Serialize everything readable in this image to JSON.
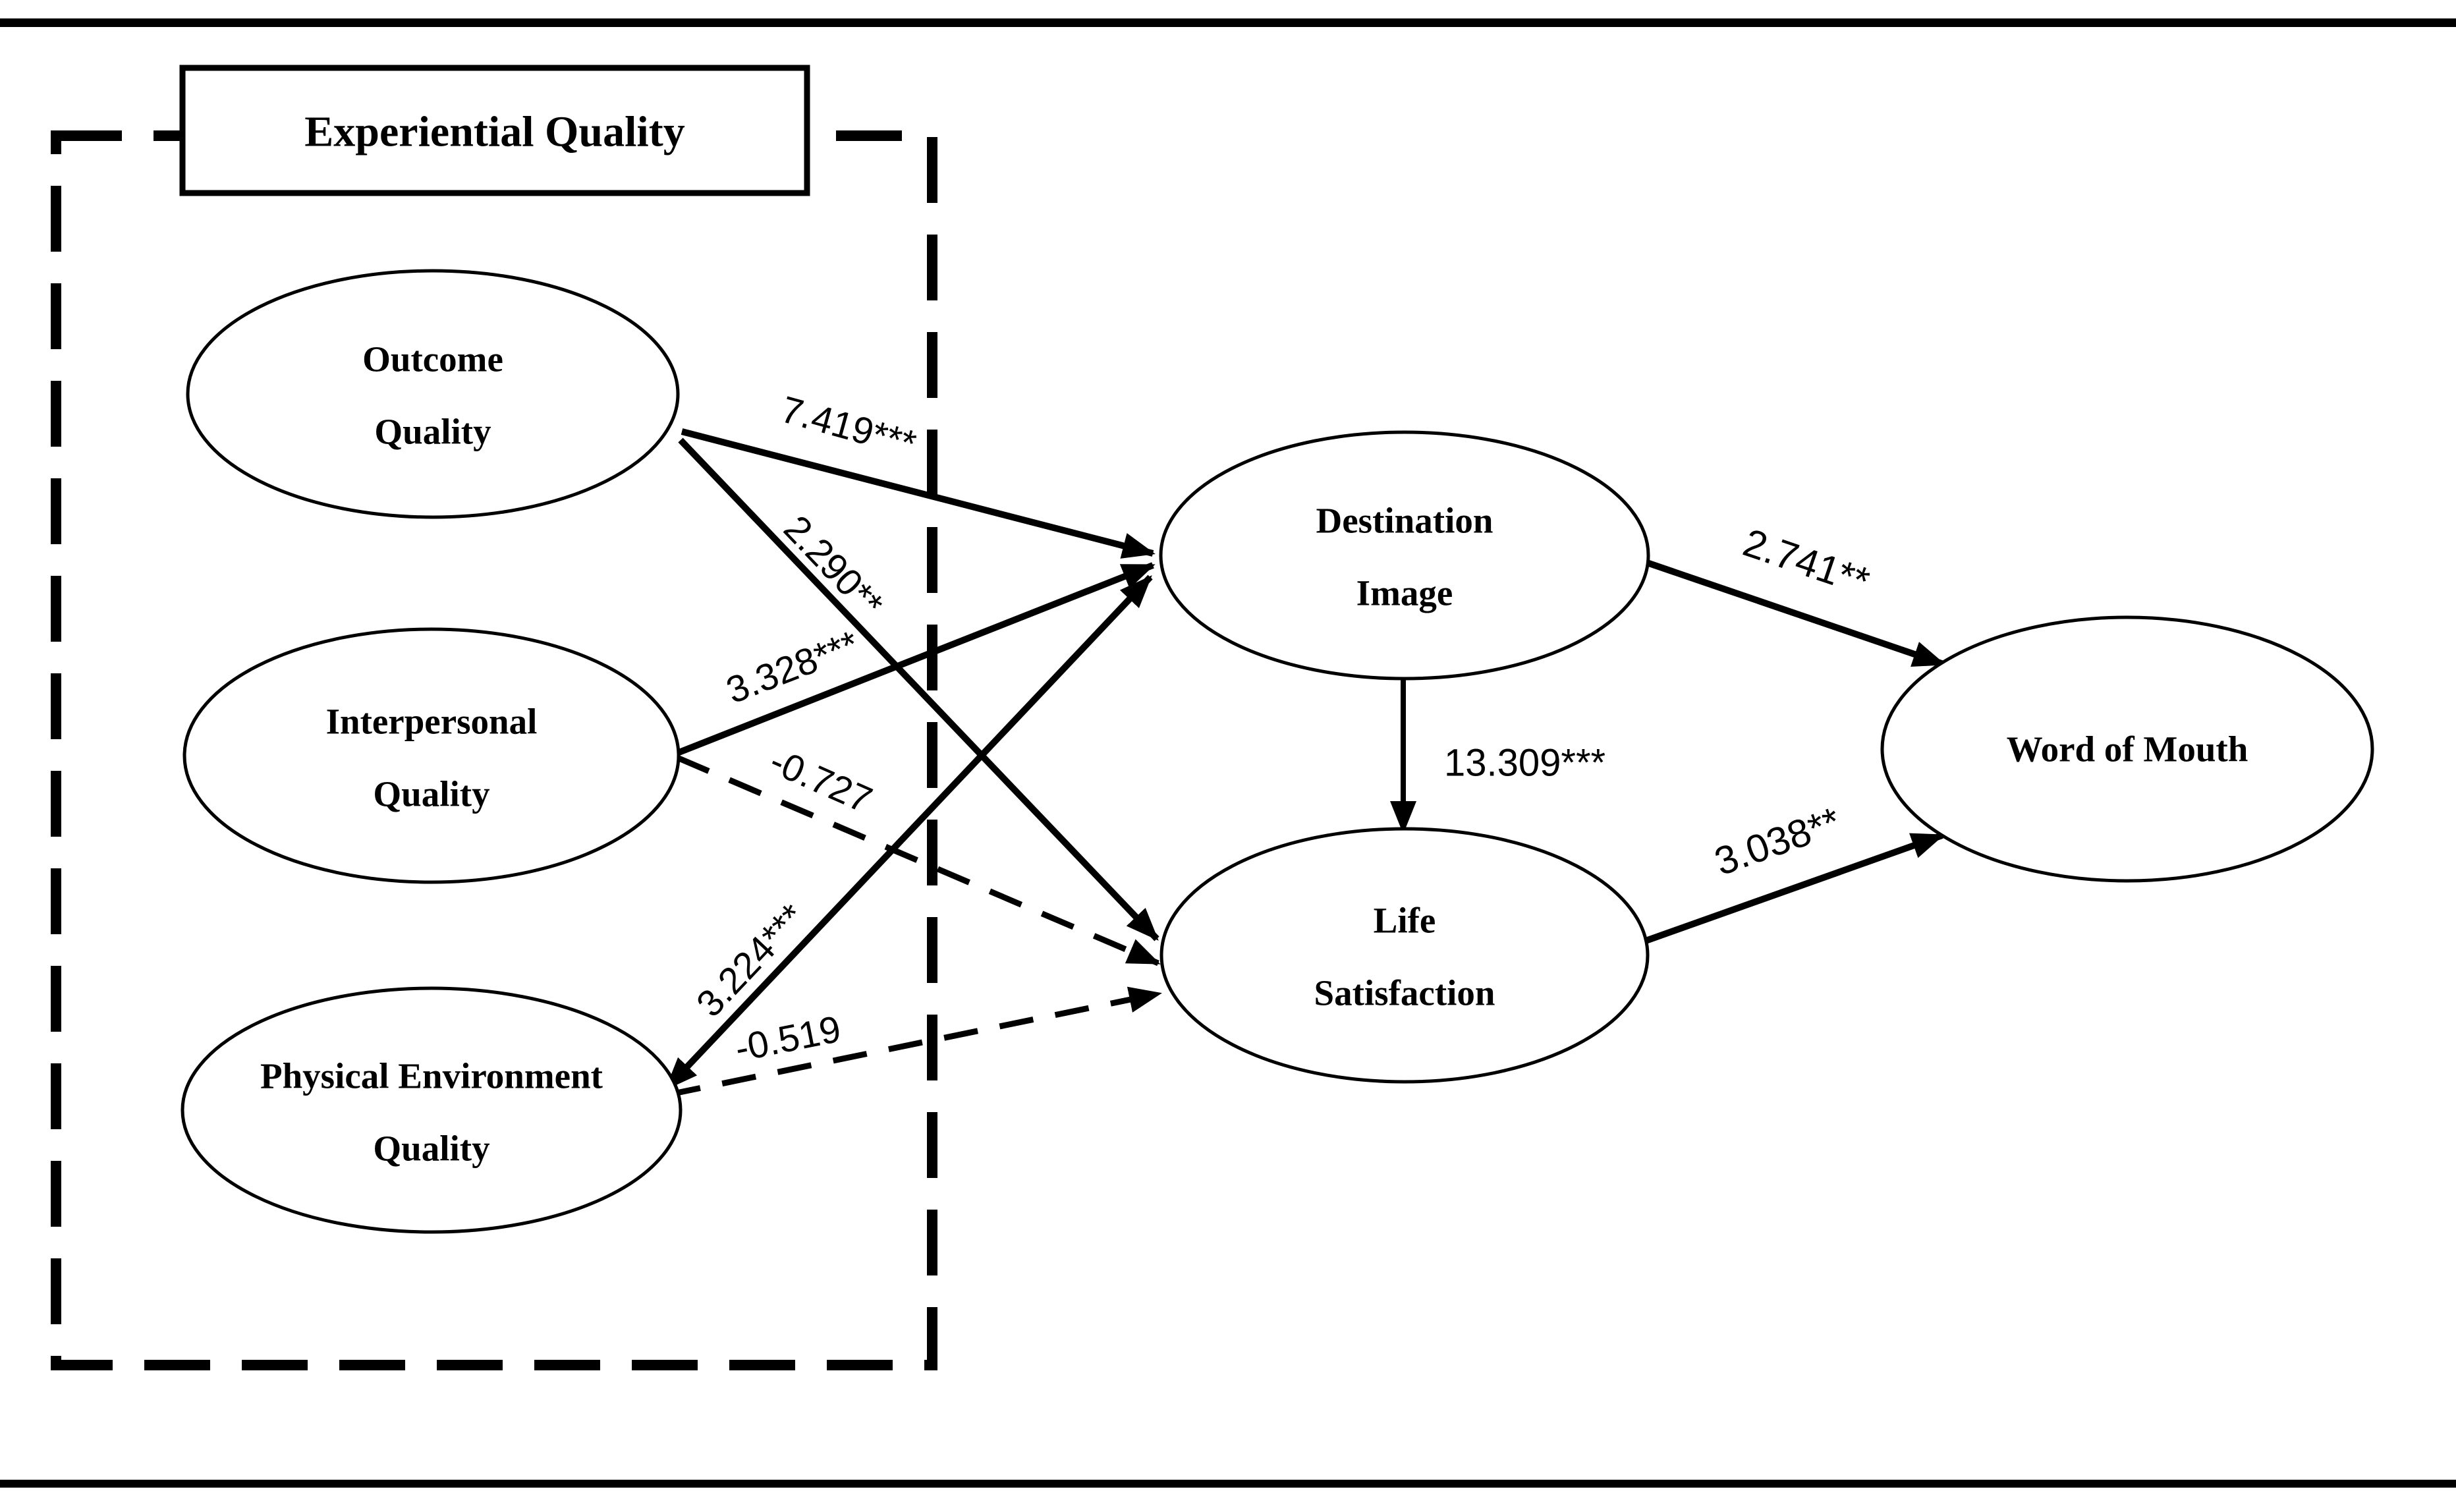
{
  "diagram": {
    "group_box": {
      "label": "Experiential Quality"
    },
    "nodes": {
      "outcome": {
        "line1": "Outcome",
        "line2": "Quality"
      },
      "interpersonal": {
        "line1": "Interpersonal",
        "line2": "Quality"
      },
      "physical": {
        "line1": "Physical Environment",
        "line2": "Quality"
      },
      "destination": {
        "line1": "Destination",
        "line2": "Image"
      },
      "life": {
        "line1": "Life",
        "line2": "Satisfaction"
      },
      "wom": {
        "label": "Word of Mouth"
      }
    },
    "paths": {
      "outcome_to_destination": "7.419***",
      "outcome_to_life": "2.290**",
      "interpersonal_to_destination": "3.328***",
      "interpersonal_to_life": "-0.727",
      "physical_to_destination": "3.224***",
      "physical_to_life": "-0.519",
      "destination_to_life": "13.309***",
      "destination_to_wom": "2.741**",
      "life_to_wom": "3.038**"
    },
    "colors": {
      "line": "#000000",
      "background": "#ffffff"
    }
  }
}
